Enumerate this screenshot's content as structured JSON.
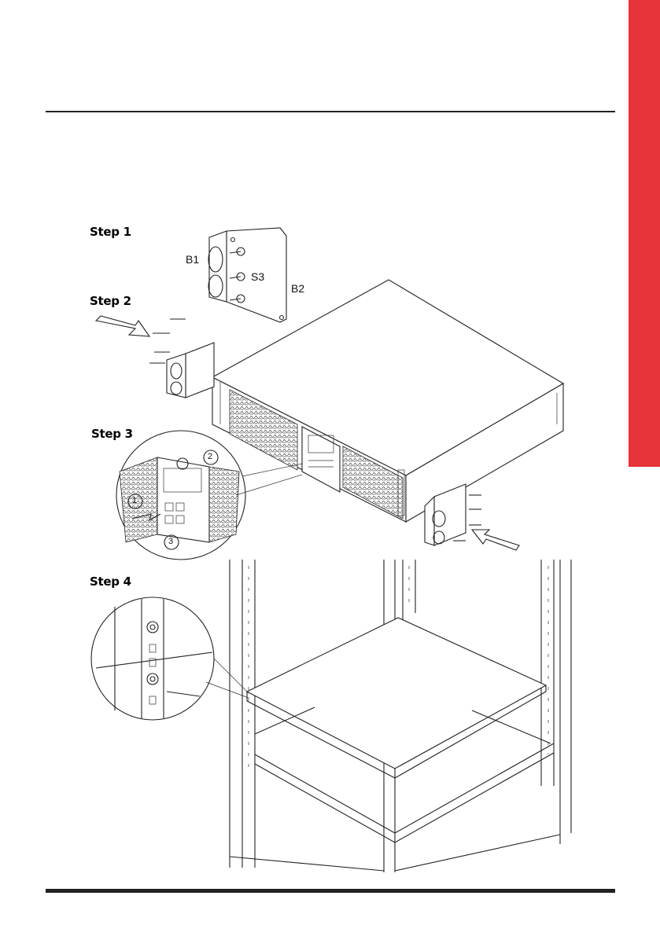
{
  "steps": [
    {
      "label": "Step 1"
    },
    {
      "label": "Step 2"
    },
    {
      "label": "Step 3"
    },
    {
      "label": "Step 4"
    }
  ],
  "parts": {
    "b1": "B1",
    "b2": "B2",
    "s3": "S3"
  },
  "callouts": [
    "1",
    "2",
    "3"
  ],
  "colors": {
    "accent_tab": "#e8333a",
    "line": "#222222"
  }
}
